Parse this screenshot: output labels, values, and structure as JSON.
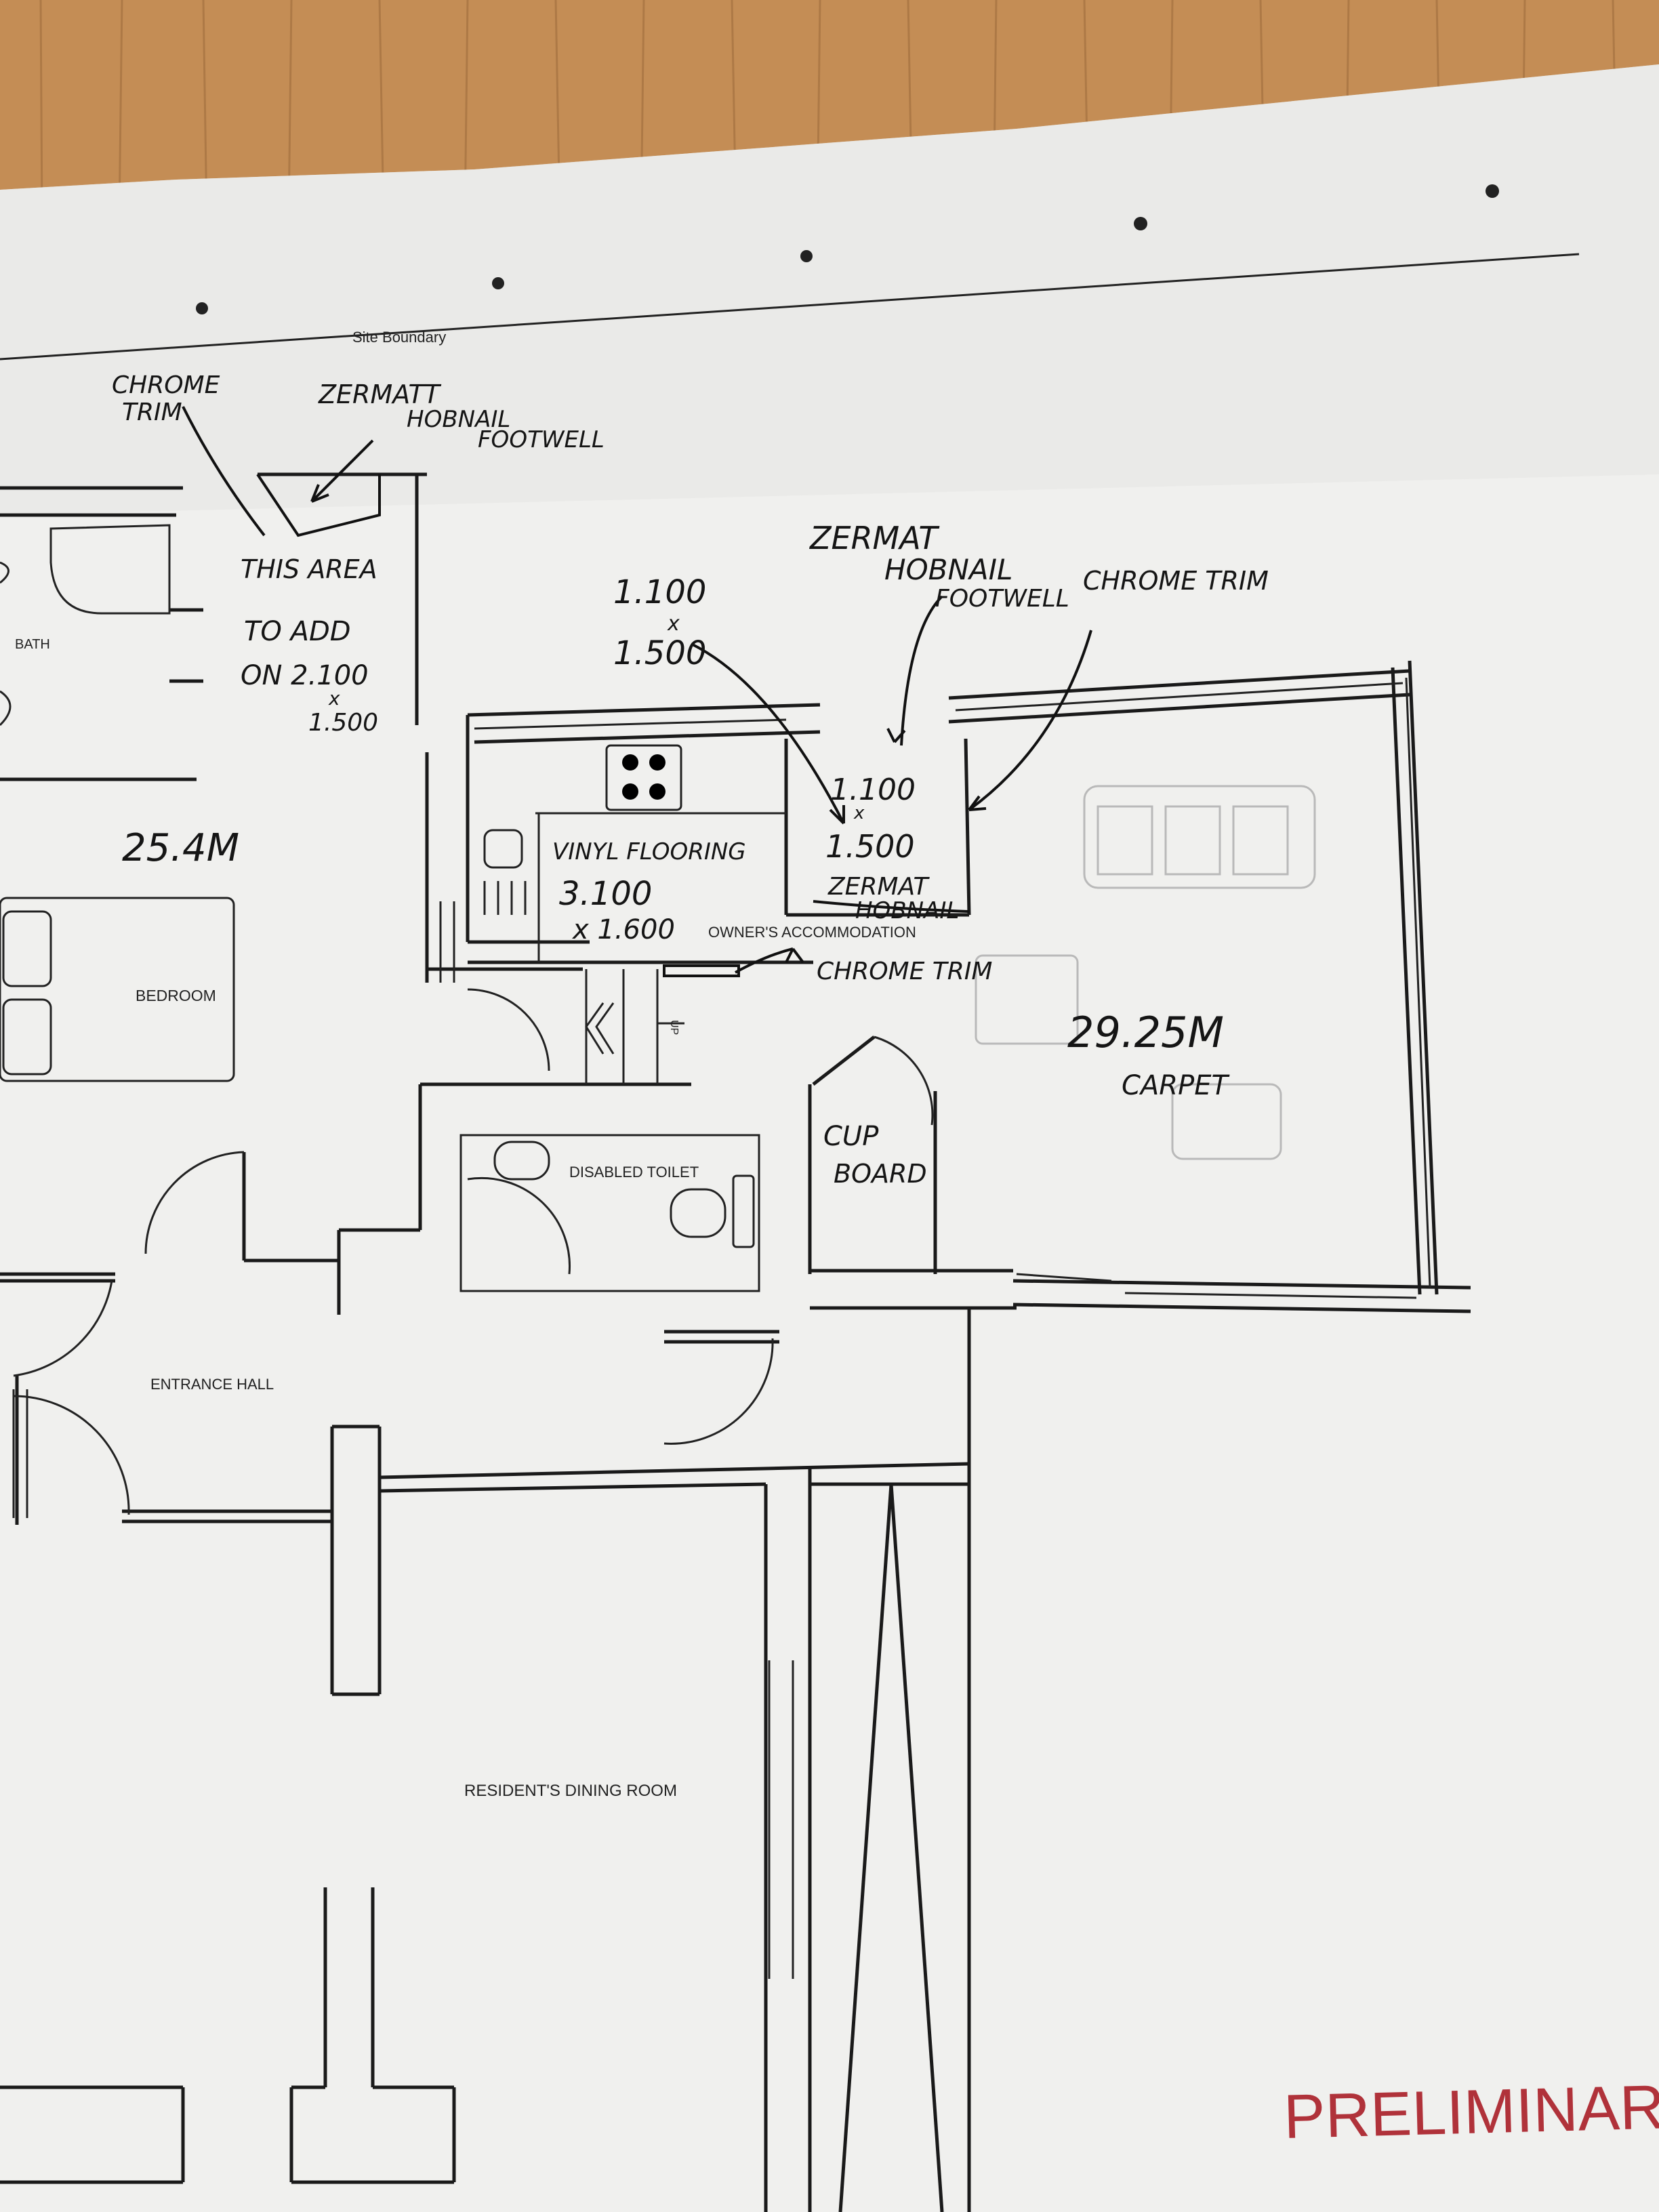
{
  "plan": {
    "site_boundary": "Site Boundary",
    "rooms": {
      "bath": "BATH",
      "bedroom": "BEDROOM",
      "owners_accommodation": "OWNER'S ACCOMMODATION",
      "disabled_toilet": "DISABLED TOILET",
      "entrance_hall": "ENTRANCE HALL",
      "residents_dining_room": "RESIDENT'S DINING ROOM"
    },
    "up_label": "UP",
    "stamp": "PRELIMINARY"
  },
  "notes": {
    "chrome_trim_1": "CHROME",
    "chrome_trim_2": "TRIM",
    "zermatt": "ZERMATT",
    "hobnail": "HOBNAIL",
    "footwell": "FOOTWELL",
    "this_area": "THIS AREA",
    "to_add": "TO ADD",
    "on_size": "ON 2.100",
    "x_1": "x",
    "size_1500": "1.500",
    "area_left": "25.4M",
    "size_top_1": "1.100",
    "size_top_x": "x",
    "size_top_2": "1.500",
    "zermat_2": "ZERMAT",
    "hobnail_2": "HOBNAIL",
    "footwell_2": "FOOTWELL",
    "chrome_trim_top": "CHROME TRIM",
    "vinyl": "VINYL FLOORING",
    "vinyl_w": "3.100",
    "vinyl_h": "x 1.600",
    "well_1": "1.100",
    "well_x": "x",
    "well_2": "1.500",
    "zermat_3": "ZERMAT",
    "hobnail_3": "HOBNAIL",
    "chrome_trim_mid": "CHROME TRIM",
    "area_right": "29.25M",
    "carpet": "CARPET",
    "cupboard_1": "CUP",
    "cupboard_2": "BOARD"
  },
  "colors": {
    "paper": "#f1f1ef",
    "ink": "#111111",
    "stamp": "#b0323a",
    "wood": "#c08a52"
  }
}
